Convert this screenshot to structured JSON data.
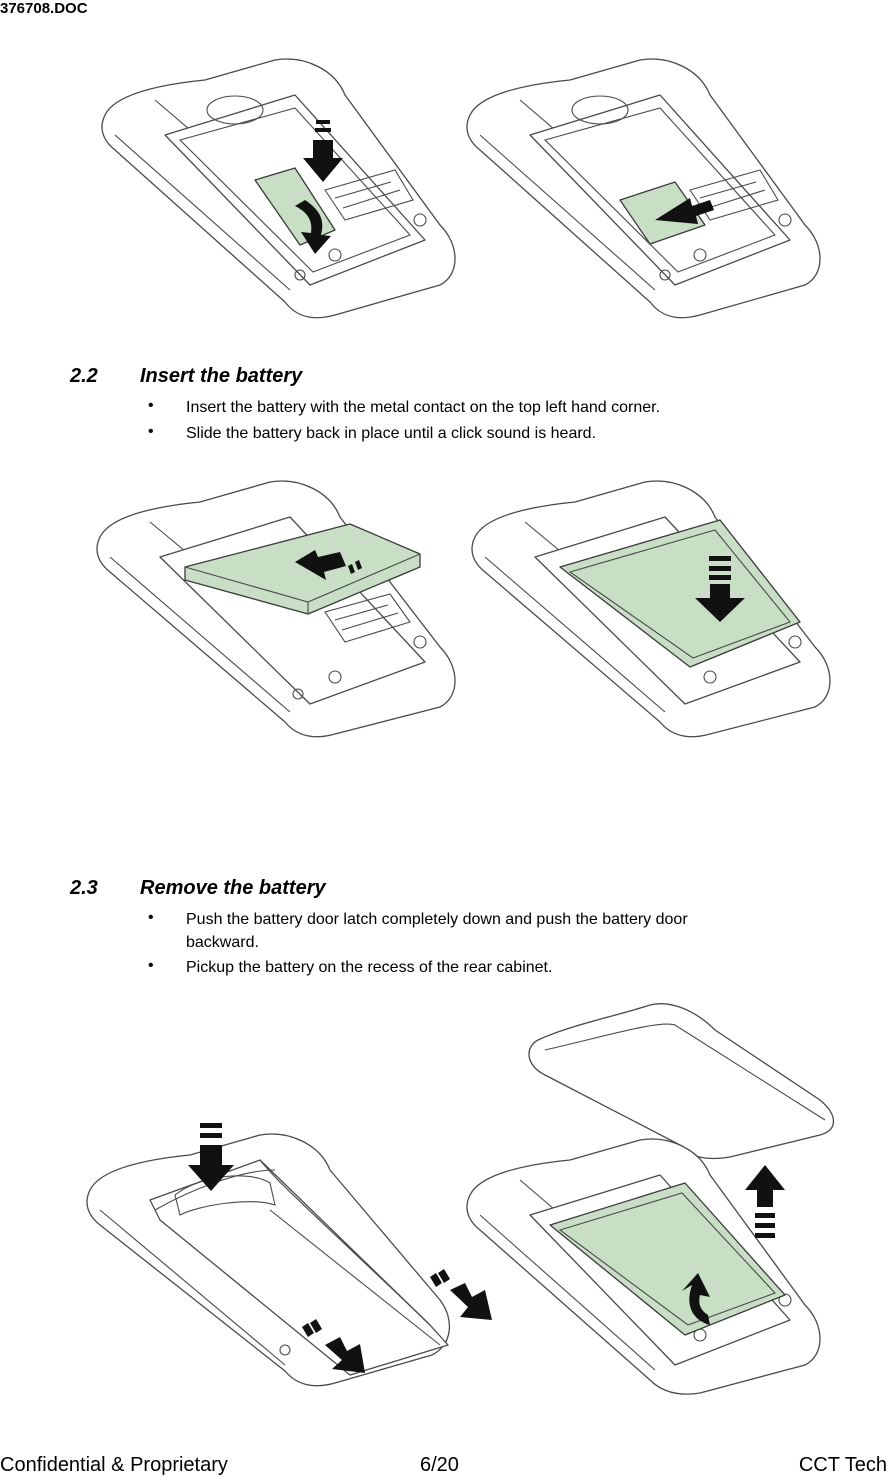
{
  "header": {
    "doc_id": "376708.DOC"
  },
  "sections": [
    {
      "number": "2.2",
      "title": "Insert the battery",
      "bullets": [
        "Insert the battery with the metal contact on the top left hand corner.",
        "Slide the battery back in place until a click sound is heard."
      ]
    },
    {
      "number": "2.3",
      "title": "Remove the battery",
      "bullets": [
        "Push the battery door latch completely down and push the battery door",
        "backward.",
        "Pickup the battery on the recess of the rear cabinet."
      ]
    }
  ],
  "footer": {
    "left": "Confidential & Proprietary",
    "center": "6/20",
    "right": "CCT Tech"
  },
  "colors": {
    "battery_fill": "#c8dfc5",
    "arrow": "#111111",
    "line": "#4a4a4a"
  }
}
